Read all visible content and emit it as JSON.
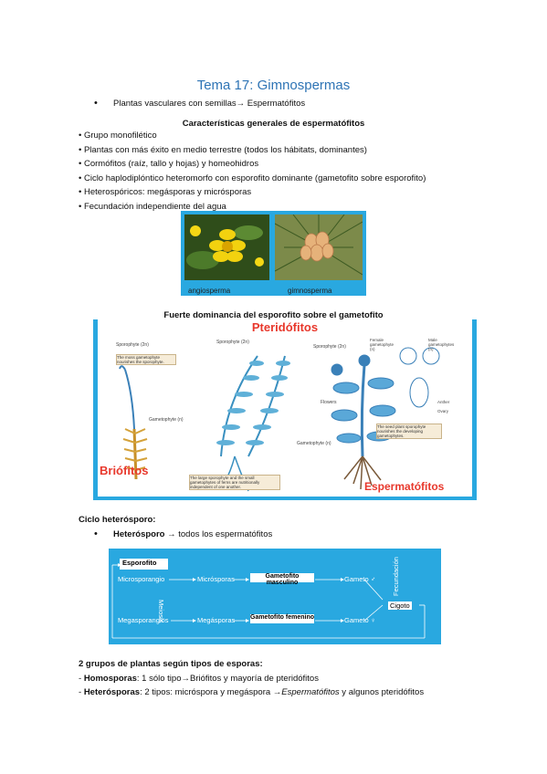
{
  "title": "Tema 17: Gimnospermas",
  "intro_bullet": "Plantas vasculares con semillas→ Espermatófitos",
  "section_heading": "Características generales de espermatófitos",
  "characteristics": [
    "Grupo monofilético",
    "Plantas con más éxito en medio terrestre (todos los hábitats, dominantes)",
    "Cormófitos (raíz, tallo y hojas) y homeohidros",
    "Ciclo haplodiplóntico heteromorfo con esporofito dominante (gametofito sobre esporofito)",
    "Heterospóricos: megásporas y micrósporas",
    "Fecundación independiente del agua"
  ],
  "photo": {
    "left_caption": "angiosperma",
    "right_caption": "gimnosperma"
  },
  "figure": {
    "heading": "Fuerte dominancia del esporofito sobre el gametofito",
    "pteridofitos": "Pteridófitos",
    "briofitos": "Briófitos",
    "espermatofitos": "Espermatófitos",
    "labels": {
      "sporophyte_2n_a": "Sporophyte (2n)",
      "gametophyte_n_a": "Gametophyte (n)",
      "moss_note": "The moss gametophyte nourishes the sporophyte.",
      "sporophyte_2n_b": "Sporophyte (2n)",
      "fern_note": "The large sporophyte and the small gametophytes of ferns are nutritionally independent of one another.",
      "sporophyte_2n_c": "Sporophyte (2n)",
      "female_gam": "Female gametophyte (n)",
      "male_gam": "Male gametophytes (n)",
      "anther": "Anther",
      "ovary": "Ovary",
      "flowers": "Flowers",
      "gametophyte_n_c": "Gametophyte (n)",
      "seed_note": "The seed plant sporophyte nourishes the developing gametophytes."
    }
  },
  "cycle_heading": "Ciclo heterósporo:",
  "cycle_bullet_bold": "Heterósporo",
  "cycle_bullet_rest": "→ todos los espermatófitos",
  "cycle": {
    "esporofito": "Esporofito",
    "microsporangio": "Microsporangio",
    "microsporas": "Micrósporas",
    "gam_masc": "Gametofito masculino",
    "gameto_m": "Gameto ♂",
    "meiosis": "Meiosis",
    "fecundacion": "Fecundación",
    "cigoto": "Cigoto",
    "megasporangios": "Megasporangios",
    "megasporas": "Megásporas",
    "gam_fem": "Gametofito femenino",
    "gameto_f": "Gameto ♀"
  },
  "groups_heading": "2 grupos de plantas según tipos de esporas:",
  "homo_label": "Homosporas",
  "homo_text": ": 1 sólo tipo→Briófitos y mayoría de pteridófitos",
  "hetero_label": "Heterósporas",
  "hetero_text_a": ": 2 tipos: micróspora y megáspora →",
  "hetero_italic": "Espermatófitos",
  "hetero_text_b": " y algunos pteridófitos"
}
